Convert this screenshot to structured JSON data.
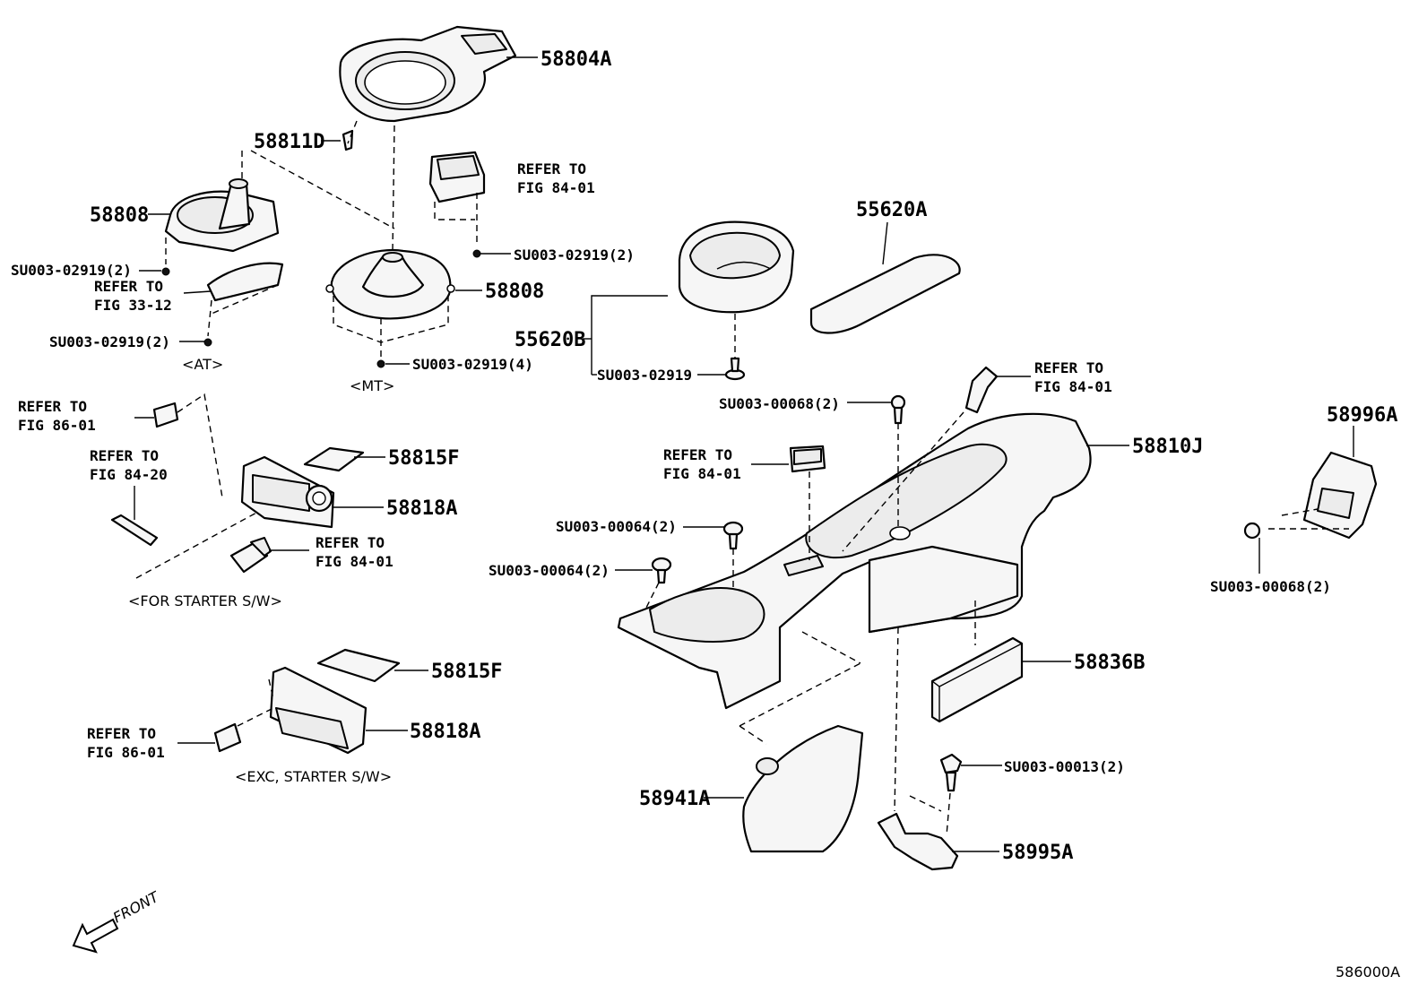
{
  "labels": {
    "l58804A": "58804A",
    "l58811D": "58811D",
    "lRefer8401a": "REFER TO",
    "lRefer8401a2": "FIG 84-01",
    "l58808a": "58808",
    "lSU2919a": "SU003-02919(2)",
    "lRefer3312": "REFER TO",
    "lRefer3312b": "FIG 33-12",
    "lSU2919b": "SU003-02919(2)",
    "capAT": "<AT>",
    "lSU2919c": "SU003-02919(2)",
    "l58808b": "58808",
    "lSU2919d": "SU003-02919(4)",
    "capMT": "<MT>",
    "l55620A": "55620A",
    "l55620B": "55620B",
    "lSU2919e": "SU003-02919",
    "lRefer8601a": "REFER TO",
    "lRefer8601a2": "FIG 86-01",
    "l58815Fa": "58815F",
    "lRefer8420": "REFER TO",
    "lRefer8420b": "FIG 84-20",
    "l58818Aa": "58818A",
    "lRefer8401b": "REFER TO",
    "lRefer8401b2": "FIG 84-01",
    "capStarter": "<FOR STARTER S/W>",
    "l58815Fb": "58815F",
    "l58818Ab": "58818A",
    "lRefer8601b": "REFER TO",
    "lRefer8601b2": "FIG 86-01",
    "capExc": "<EXC, STARTER S/W>",
    "lRefer8401c": "REFER TO",
    "lRefer8401c2": "FIG 84-01",
    "lSU0068a": "SU003-00068(2)",
    "l58810J": "58810J",
    "lRefer8401d": "REFER TO",
    "lRefer8401d2": "FIG 84-01",
    "lSU0064a": "SU003-00064(2)",
    "lSU0064b": "SU003-00064(2)",
    "l58996A": "58996A",
    "lSU0068b": "SU003-00068(2)",
    "l58836B": "58836B",
    "lSU0013": "SU003-00013(2)",
    "l58941A": "58941A",
    "l58995A": "58995A",
    "front": "FRONT",
    "figId": "586000A"
  }
}
